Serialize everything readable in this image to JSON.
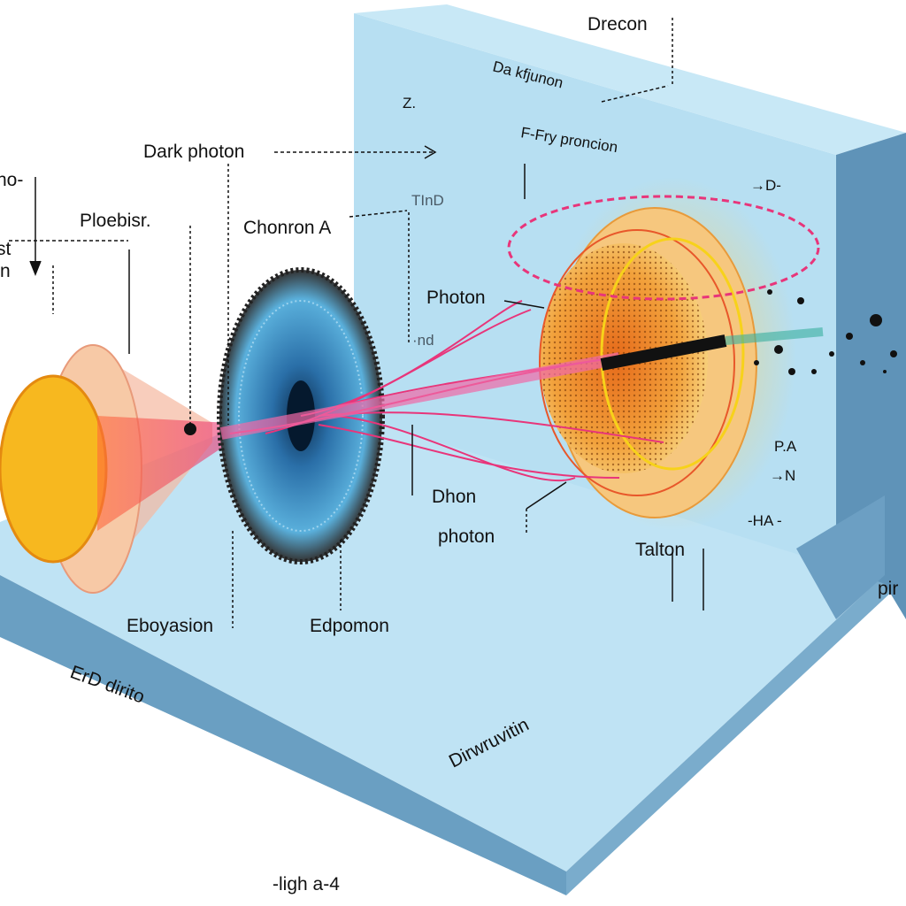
{
  "diagram": {
    "labels": {
      "drecon": "Drecon",
      "da_kfjunon": "Da kfjunon",
      "z": "Z.",
      "dark_photon": "Dark photon",
      "tind": "TInD",
      "f_fry_proncion": "F-Fry proncion",
      "d_right": "→D-",
      "no_left": "no-",
      "st_left": "st",
      "n_left": "n",
      "ploebisr": "Ploebisr.",
      "chonron": "Chonron A",
      "photon_upper": "Photon",
      "nd": "·nd",
      "dhon": "Dhon",
      "photon_lower": "photon",
      "talton": "Talton",
      "pa": "P.A",
      "n_right": "→N",
      "ha": "-HA -",
      "pir": "pir",
      "eboyasion": "Eboyasion",
      "edpomon": "Edpomon",
      "erd_dirito": "ErD dirito",
      "dirwruvitin": "Dirwruvitin",
      "ligh_a4": "-ligh a-4"
    },
    "colors": {
      "wall": "#b7dff2",
      "floor": "#bfe3f4",
      "edge": "#6a9fc2",
      "sphere": "#f7b81f",
      "beam": "#e8357a",
      "lattice": "#3a8fc9",
      "target": "#f29a3a"
    }
  }
}
